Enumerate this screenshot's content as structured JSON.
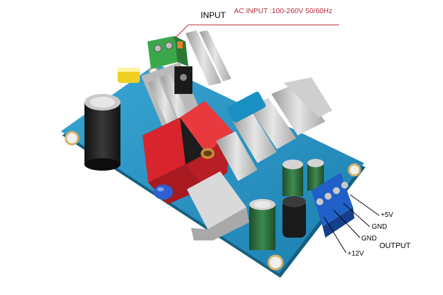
{
  "labels": {
    "input": "INPUT",
    "ac_input": "AC INPUT :100-260V 50/60Hz",
    "output": "OUTPUT",
    "pin_5v": "+5V",
    "pin_gnd_1": "GND",
    "pin_gnd_2": "GND",
    "pin_12v": "+12V"
  },
  "colors": {
    "pcb": "#1f8fbf",
    "transformer": "#d8242c",
    "terminal_input": "#3aa84a",
    "terminal_output": "#2060c8",
    "heatsink": "#c8c8c8",
    "label_accent": "#b52a3a"
  }
}
